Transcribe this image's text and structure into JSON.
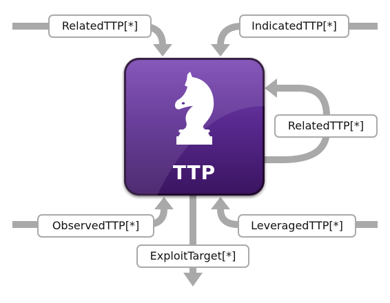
{
  "node": {
    "title": "TTP",
    "icon": "chess-knight-icon",
    "gradient_top": "#7a46b4",
    "gradient_bottom": "#3a1460"
  },
  "connector_color": "#a9a9a9",
  "relationships": {
    "related_top": "RelatedTTP[*]",
    "indicated": "IndicatedTTP[*]",
    "related_self": "RelatedTTP[*]",
    "observed": "ObservedTTP[*]",
    "leveraged": "LeveragedTTP[*]",
    "exploit_target": "ExploitTarget[*]"
  }
}
